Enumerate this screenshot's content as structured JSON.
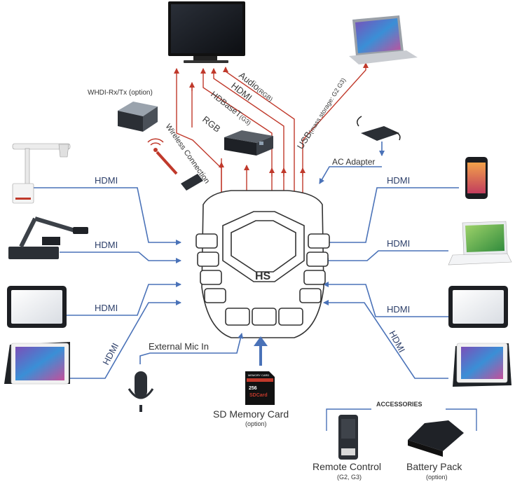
{
  "hub": {
    "label": "HS"
  },
  "top_links": {
    "rgb": "RGB",
    "hdbaset": "HDBaseT",
    "hdbaset_sub": "(G3)",
    "hdmi": "HDMI",
    "audio": "Audio",
    "audio_sub": "(RGB)",
    "usb": "USB",
    "usb_sub": "(mass storage: G2 G3)"
  },
  "wireless": {
    "device_label": "WHDI-Rx/Tx (option)",
    "connection_label": "Wireless Connection"
  },
  "ac_adapter": {
    "label": "AC Adapter"
  },
  "left_inputs": [
    {
      "label": "HDMI"
    },
    {
      "label": "HDMI"
    },
    {
      "label": "HDMI"
    },
    {
      "label": "HDMI"
    }
  ],
  "right_inputs": [
    {
      "label": "HDMI"
    },
    {
      "label": "HDMI"
    },
    {
      "label": "HDMI"
    },
    {
      "label": "HDMI"
    }
  ],
  "mic": {
    "label": "External Mic In"
  },
  "sd_card": {
    "label": "SD Memory Card",
    "sub": "(option)",
    "card_text_top": "MEMORY CARD",
    "card_text_mid": "256",
    "card_text_bottom": "SDCard"
  },
  "accessories": {
    "title": "ACCESSORIES",
    "remote": {
      "label": "Remote Control",
      "sub": "(G2, G3)"
    },
    "battery": {
      "label": "Battery Pack",
      "sub": "(option)"
    }
  },
  "colors": {
    "blue": "#4a72b8",
    "red": "#c0392b",
    "dark": "#333333"
  }
}
